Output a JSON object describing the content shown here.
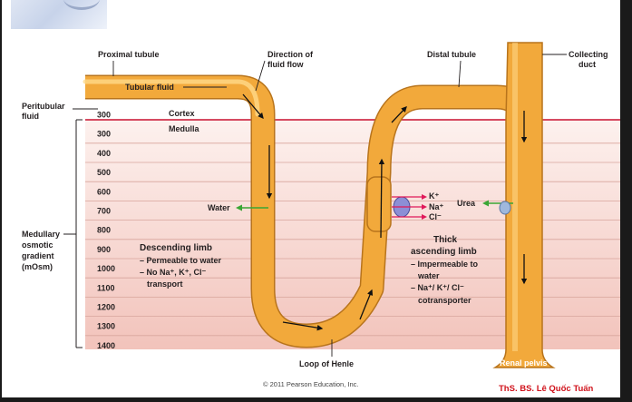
{
  "labels": {
    "proximal_tubule": "Proximal tubule",
    "direction_line1": "Direction of",
    "direction_line2": "fluid flow",
    "distal_tubule": "Distal tubule",
    "collecting_line1": "Collecting",
    "collecting_line2": "duct",
    "tubular_fluid": "Tubular fluid",
    "peritubular_line1": "Peritubular",
    "peritubular_line2": "fluid",
    "cortex": "Cortex",
    "medulla": "Medulla",
    "water": "Water",
    "k": "K⁺",
    "na": "Na⁺",
    "cl": "Cl⁻",
    "urea": "Urea",
    "medullary_line1": "Medullary",
    "medullary_line2": "osmotic",
    "medullary_line3": "gradient",
    "medullary_line4": "(mOsm)",
    "loop_of_henle": "Loop of Henle",
    "renal_pelvis": "Renal pelvis"
  },
  "descending": {
    "title": "Descending limb",
    "line1": "– Permeable to water",
    "line2": "– No Na⁺, K⁺, Cl⁻",
    "line3": "transport"
  },
  "ascending": {
    "title1": "Thick",
    "title2": "ascending limb",
    "line1": "– Impermeable to",
    "line2": "water",
    "line3": "– Na⁺/ K⁺/ Cl⁻",
    "line4": "cotransporter"
  },
  "osmolarity_scale": [
    "300",
    "300",
    "400",
    "500",
    "600",
    "700",
    "800",
    "900",
    "1000",
    "1100",
    "1200",
    "1300",
    "1400"
  ],
  "credit": "© 2011 Pearson Education, Inc.",
  "author": "ThS. BS. Lê Quốc Tuấn",
  "colors": {
    "tube": "#f2a93b",
    "tube_highlight": "#ffd98a",
    "cortex_line": "#c8102e",
    "water_arrow": "#3aa635",
    "ion_arrow": "#e0195a",
    "transporter": "#8c8fd6",
    "urea_channel": "#9fb8dc"
  }
}
